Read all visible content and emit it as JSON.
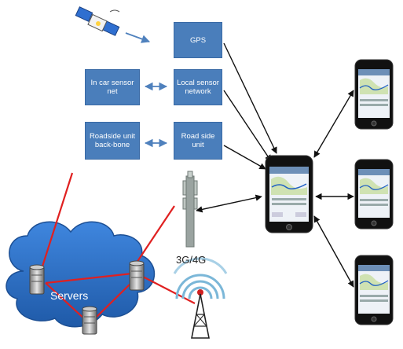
{
  "nodes": {
    "gps": "GPS",
    "in_car": "In car sensor net",
    "local_sensor": "Local sensor network",
    "roadside_backbone": "Roadside unit back-bone",
    "roadside_unit": "Road side unit"
  },
  "labels": {
    "servers": "Servers",
    "network": "3G/4G"
  },
  "colors": {
    "box_fill": "#4a7ebb",
    "link_red": "#e02020",
    "arrow_black": "#111111",
    "arrow_blue": "#4f81bd",
    "cloud": "#2f6fc4"
  }
}
